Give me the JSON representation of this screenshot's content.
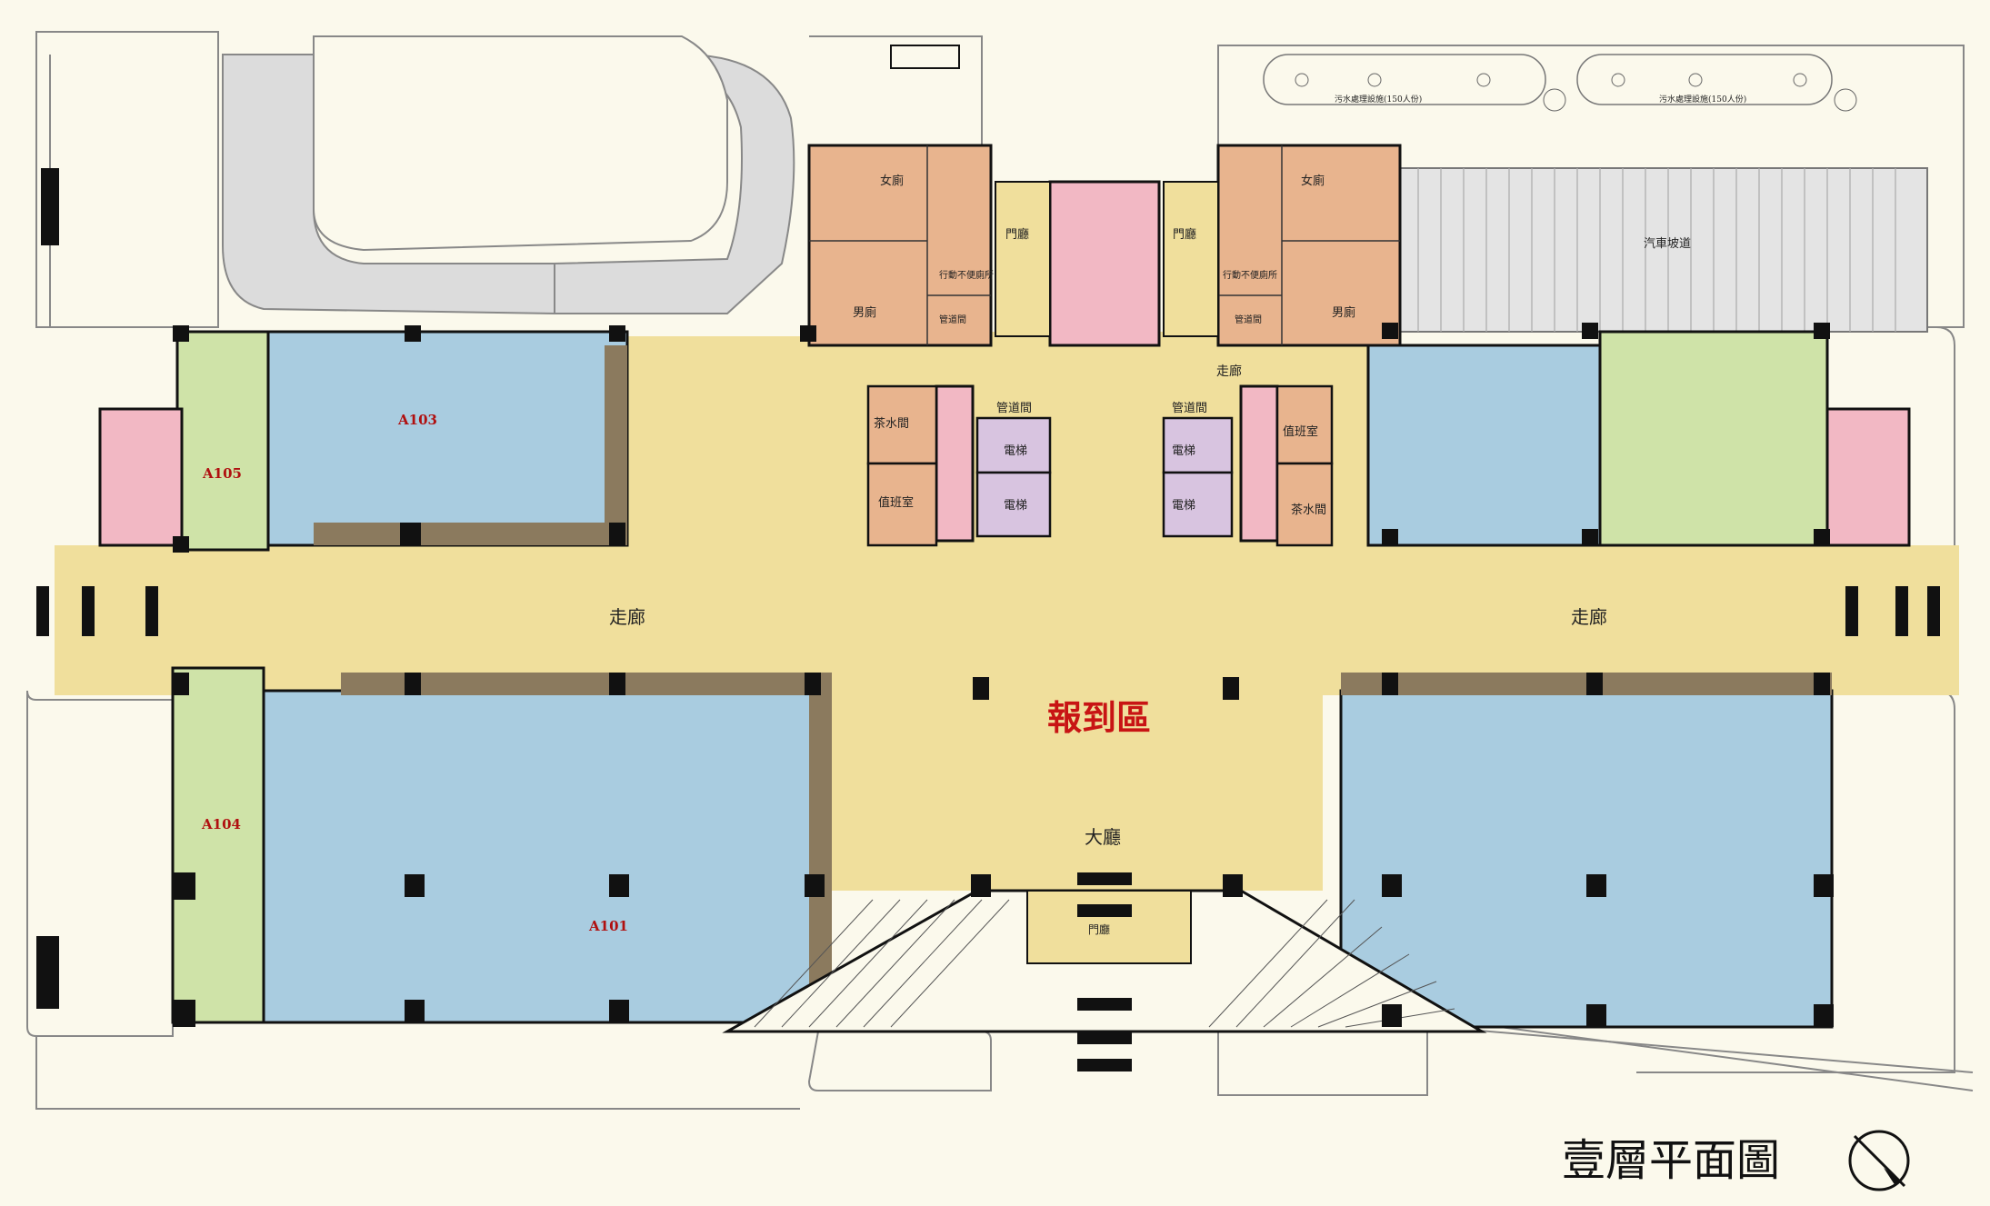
{
  "plan": {
    "title": "壹層平面圖",
    "rooms": {
      "a101": "A101",
      "a103": "A103",
      "a104": "A104",
      "a105": "A105"
    },
    "corridor_left": "走廊",
    "corridor_right": "走廊",
    "corridor_top": "走廊",
    "registration": "報到區",
    "lobby": "大廳",
    "entrance_hall": "門廳",
    "entry_left": "門廳",
    "entry_right": "門廳",
    "women_left": "女廁",
    "men_left": "男廁",
    "women_right": "女廁",
    "men_right": "男廁",
    "accessible_left": "行動不便廁所",
    "accessible_right": "行動不便廁所",
    "pipe_small_left": "管道間",
    "pipe_small_right": "管道間",
    "pipe_left": "管道間",
    "pipe_right": "管道間",
    "tea_left": "茶水間",
    "tea_right": "茶水間",
    "duty_left": "值班室",
    "duty_right": "值班室",
    "elevator_1": "電梯",
    "elevator_2": "電梯",
    "elevator_3": "電梯",
    "elevator_4": "電梯",
    "ramp": "汽車坡道",
    "sewage_1": "污水處理設施(150人份)",
    "sewage_2": "污水處理設施(150人份)"
  },
  "colors": {
    "classroom": "#a9cce0",
    "corridor": "#f0df9c",
    "restroom": "#e8b48e",
    "stair": "#f2b8c4",
    "side_room": "#cfe3a8",
    "elevator": "#d8c4e0",
    "ramp": "#e4e4e4"
  }
}
